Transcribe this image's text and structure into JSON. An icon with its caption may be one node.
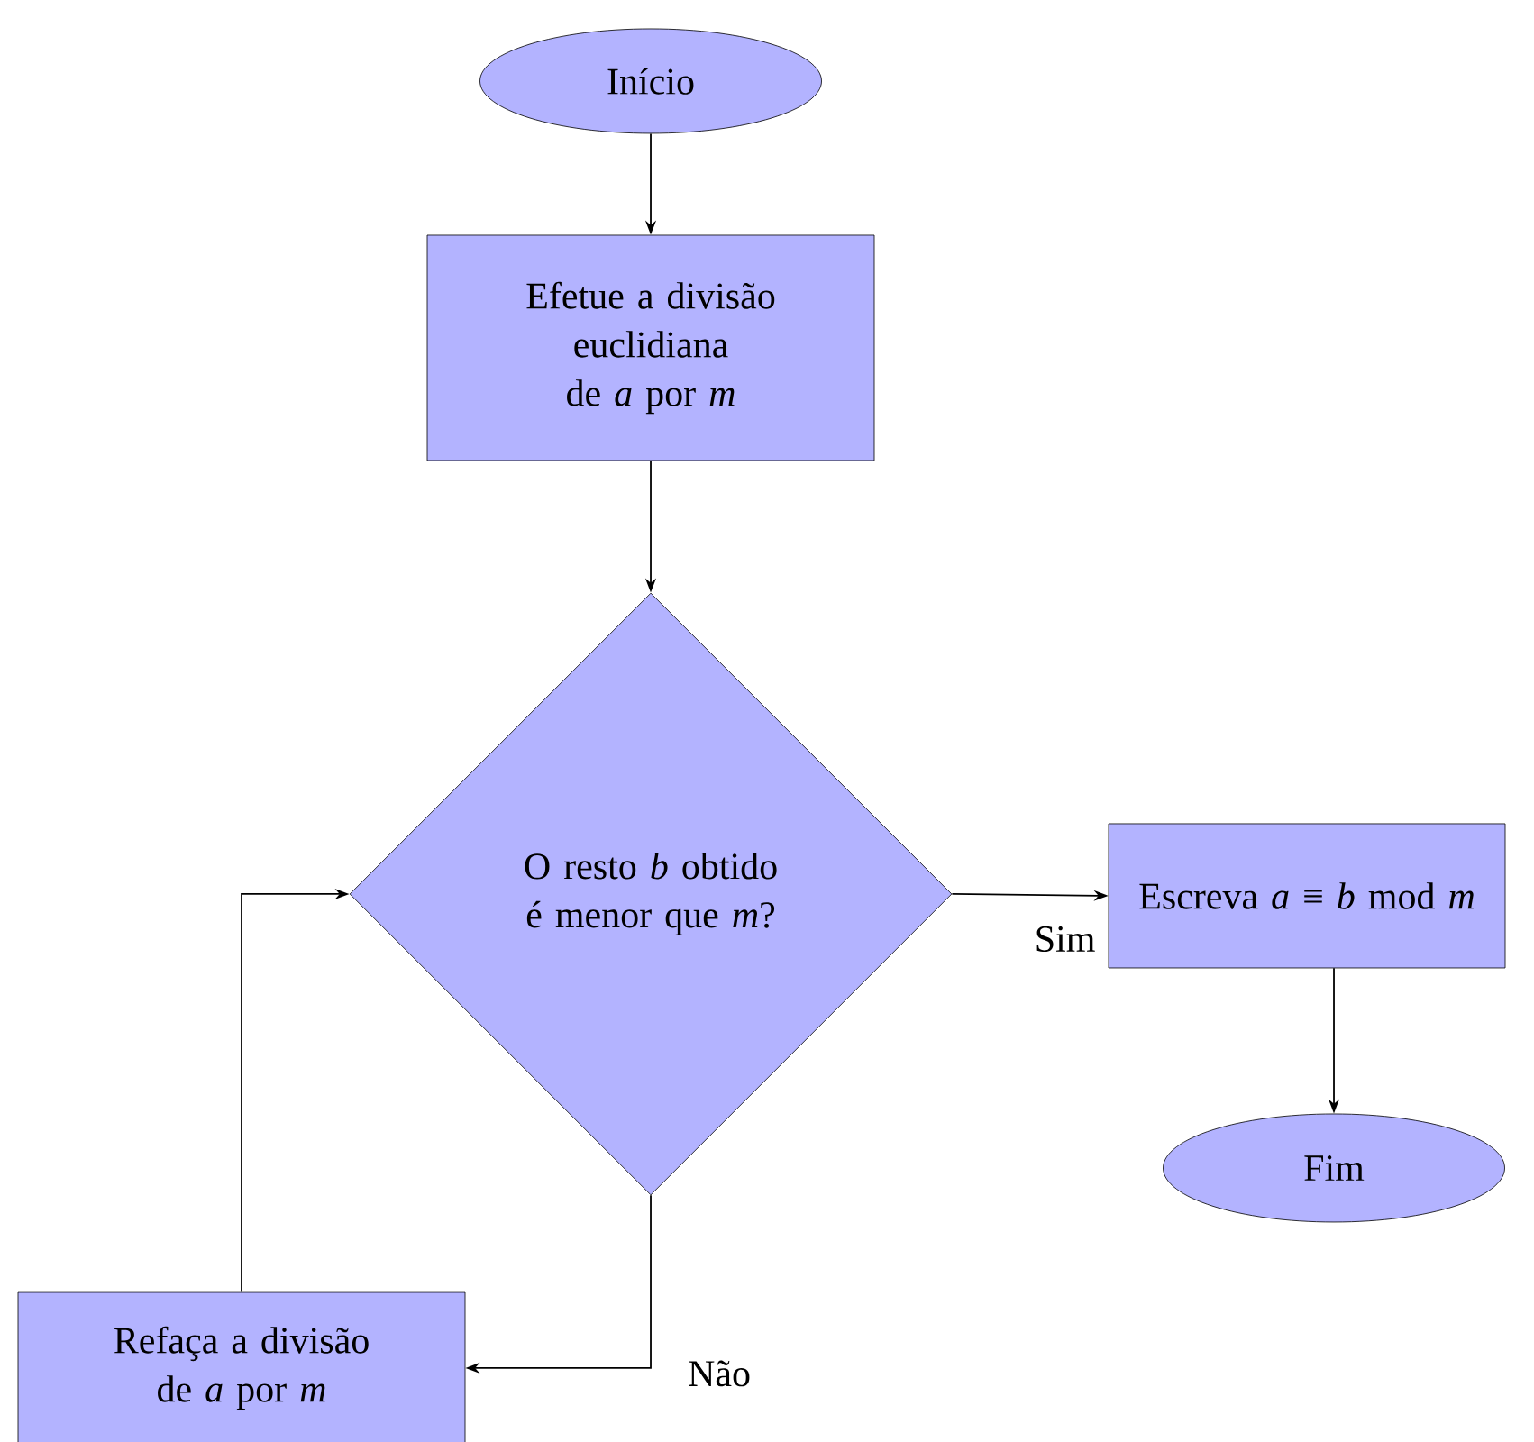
{
  "diagram": {
    "nodes": [
      {
        "text": [
          "Início"
        ]
      },
      {
        "text": [
          "Efetue a divisão euclidiana de *a* por *m*"
        ]
      },
      {
        "text": [
          "O resto *b* obtido é menor que *m*?"
        ]
      },
      {
        "text": [
          "Escreva *a* ≡ *b* mod *m*"
        ]
      },
      {
        "text": [
          "Fim"
        ]
      },
      {
        "text": [
          "Refaça a divisão de *a* por *m*"
        ]
      }
    ],
    "edges": [
      {
        "from": 0,
        "to": 1,
        "arrow": "to"
      },
      {
        "from": 1,
        "to": 2,
        "arrow": "to"
      },
      {
        "from": 2,
        "to": 3,
        "arrow": "to",
        "label": "Sim"
      },
      {
        "from": 3,
        "to": 4,
        "arrow": "to"
      },
      {
        "from": 2,
        "to": 5,
        "arrow": "to",
        "label": "Não"
      },
      {
        "from": 5,
        "to": 2,
        "arrow": "to"
      }
    ]
  }
}
